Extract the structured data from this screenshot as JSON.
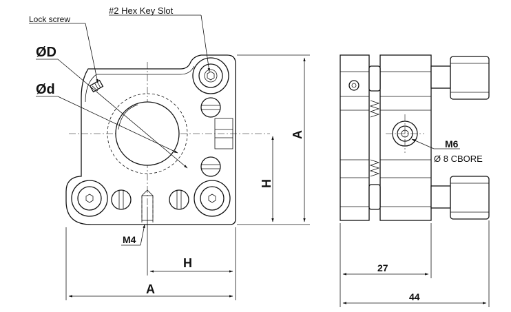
{
  "labels": {
    "lock_screw": "Lock  screw",
    "hex_key_slot": "#2 Hex Key Slot",
    "od": "ØD",
    "id": "Ød",
    "dim_a_vertical": "A",
    "dim_h_vertical": "H",
    "dim_h_horizontal": "H",
    "dim_a_horizontal": "A",
    "m4": "M4",
    "m6": "M6",
    "cbore": "Ø 8 CBORE",
    "dim_27": "27",
    "dim_44": "44"
  }
}
